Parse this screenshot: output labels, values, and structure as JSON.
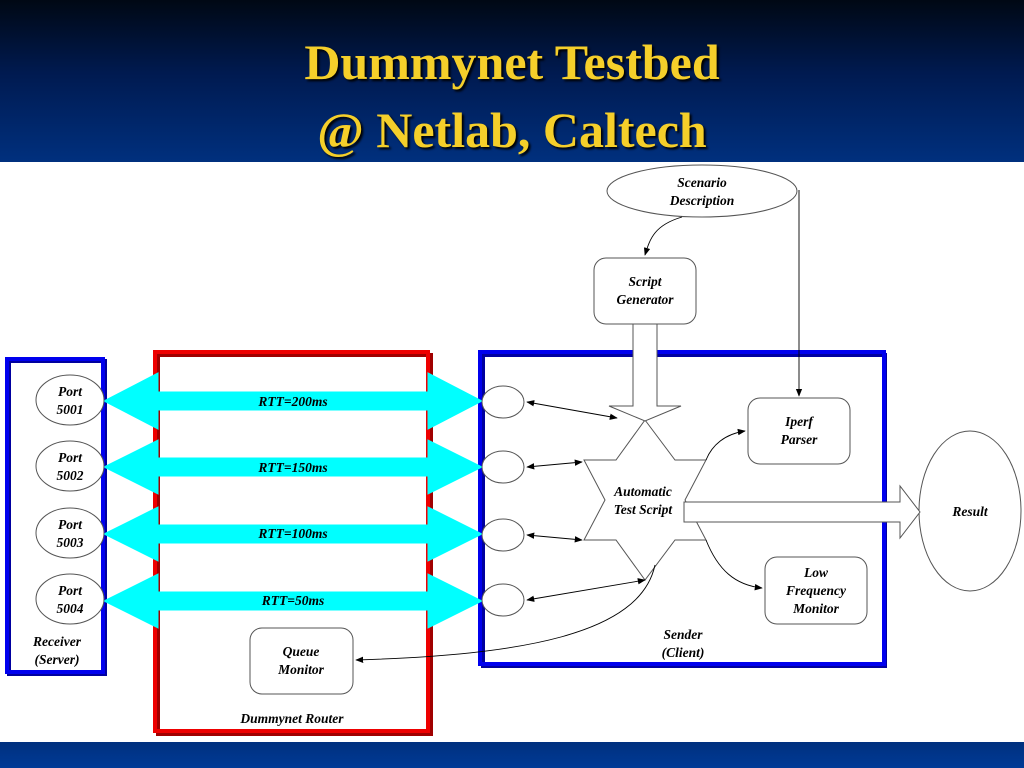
{
  "slide": {
    "title_line1": "Dummynet Testbed",
    "title_line2": "@ Netlab, Caltech"
  },
  "colors": {
    "title_text": "#f5cf2a",
    "header_background": "#001a50",
    "receiver_border": "#0000ee",
    "router_border": "#ee0000",
    "sender_border": "#0000ee",
    "rtt_arrow": "#00ffff"
  },
  "receiver": {
    "ports": [
      {
        "line1": "Port",
        "line2": "5001"
      },
      {
        "line1": "Port",
        "line2": "5002"
      },
      {
        "line1": "Port",
        "line2": "5003"
      },
      {
        "line1": "Port",
        "line2": "5004"
      }
    ],
    "label_line1": "Receiver",
    "label_line2": "(Server)"
  },
  "router": {
    "links": [
      "RTT=200ms",
      "RTT=150ms",
      "RTT=100ms",
      "RTT=50ms"
    ],
    "queue_monitor_line1": "Queue",
    "queue_monitor_line2": "Monitor",
    "label": "Dummynet Router"
  },
  "sender": {
    "label_line1": "Sender",
    "label_line2": "(Client)",
    "script_line1": "Automatic",
    "script_line2": "Test Script",
    "iperf_line1": "Iperf",
    "iperf_line2": "Parser",
    "lowfreq_line1": "Low",
    "lowfreq_line2": "Frequency",
    "lowfreq_line3": "Monitor"
  },
  "scenario": {
    "line1": "Scenario",
    "line2": "Description"
  },
  "generator": {
    "line1": "Script",
    "line2": "Generator"
  },
  "result": {
    "label": "Result"
  }
}
